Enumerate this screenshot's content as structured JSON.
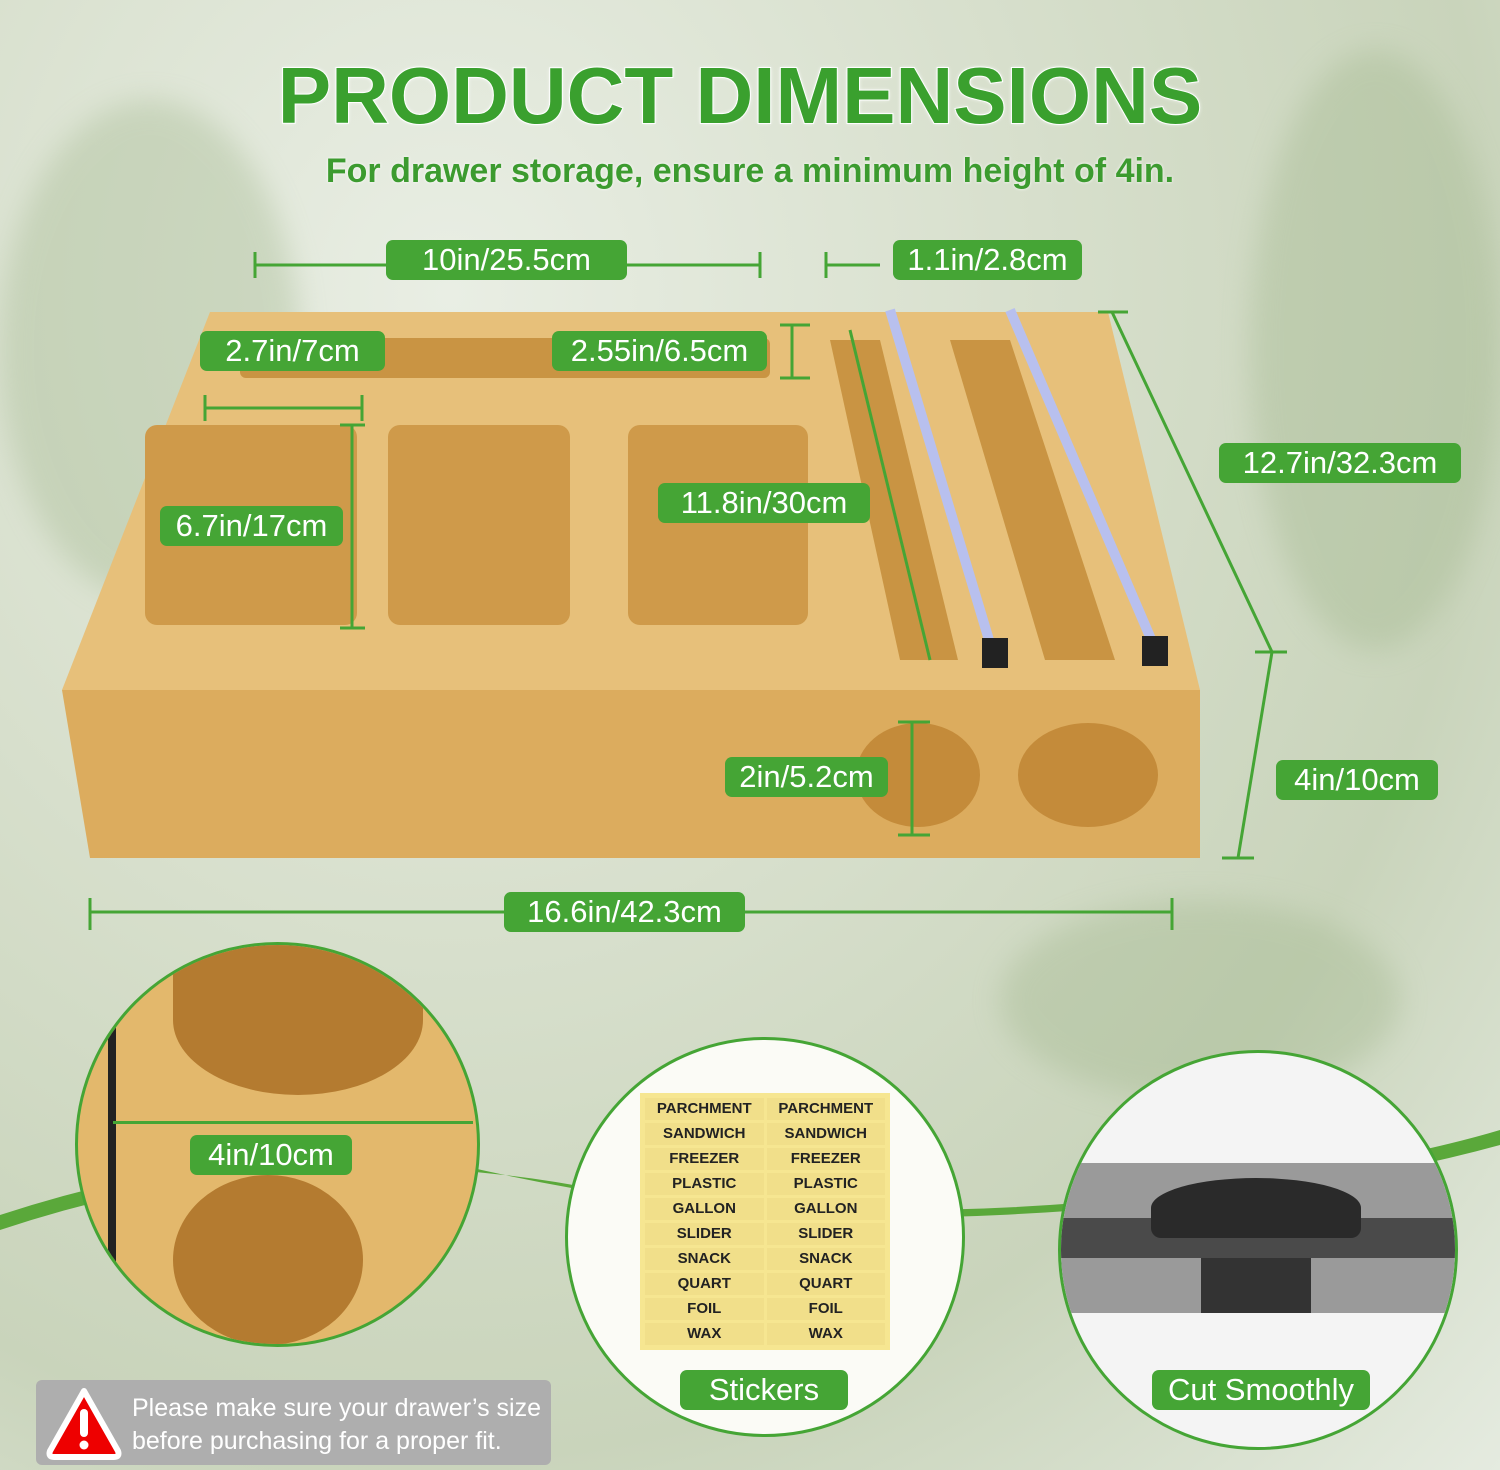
{
  "title": "PRODUCT DIMENSIONS",
  "subtitle": "For drawer storage, ensure a minimum height of 4in.",
  "dimensions": {
    "top_width": "10in/25.5cm",
    "slot_width": "1.1in/2.8cm",
    "compartment_width": "2.7in/7cm",
    "back_slot_depth": "2.55in/6.5cm",
    "depth": "12.7in/32.3cm",
    "roll_slot_length": "11.8in/30cm",
    "compartment_length": "6.7in/17cm",
    "hole_diameter": "2in/5.2cm",
    "height": "4in/10cm",
    "total_width": "16.6in/42.3cm",
    "side_height": "4in/10cm"
  },
  "stickers": {
    "label": "Stickers",
    "items": [
      "PARCHMENT",
      "PARCHMENT",
      "SANDWICH",
      "SANDWICH",
      "FREEZER",
      "FREEZER",
      "PLASTIC",
      "PLASTIC",
      "GALLON",
      "GALLON",
      "SLIDER",
      "SLIDER",
      "SNACK",
      "SNACK",
      "QUART",
      "QUART",
      "FOIL",
      "FOIL",
      "WAX",
      "WAX"
    ]
  },
  "cutter": {
    "label": "Cut Smoothly"
  },
  "warning": {
    "line1": "Please make sure your drawer’s size",
    "line2": "before purchasing for a proper fit.",
    "icon": "warning-triangle-icon"
  },
  "colors": {
    "accent": "#45a535",
    "wood": "#e2b468"
  }
}
